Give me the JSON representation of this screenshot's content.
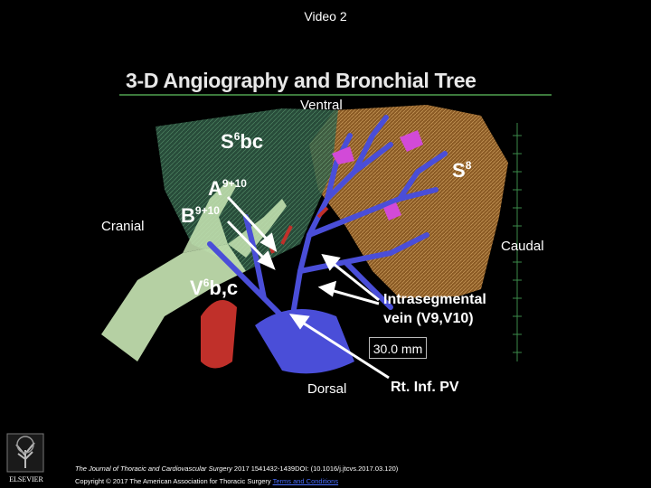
{
  "slide": {
    "title": "Video 2"
  },
  "figure": {
    "title": "3-D Angiography and Bronchial Tree",
    "labels": {
      "ventral": "Ventral",
      "dorsal": "Dorsal",
      "cranial": "Cranial",
      "caudal": "Caudal",
      "s6bc_base": "S",
      "s6bc_sup": "6",
      "s6bc_tail": "bc",
      "s8_base": "S",
      "s8_sup": "8",
      "a910_base": "A",
      "a910_sup": "9+10",
      "b910_base": "B",
      "b910_sup": "9+10",
      "v6bc_base": "V",
      "v6bc_sup": "6",
      "v6bc_tail": "b,c",
      "intraseg_line1": "Intrasegmental",
      "intraseg_line2": "vein (V9,V10)",
      "rt_inf_pv": "Rt. Inf. PV",
      "scale": "30.0 mm"
    },
    "colors": {
      "vessel_blue": "#4a4ed8",
      "artery_red": "#c0302a",
      "bronchus_green": "#c9e7b5",
      "lung_tan": "#9a6a2e",
      "title_rule": "#3c7a3c"
    }
  },
  "footer": {
    "journal": "The Journal of Thoracic and Cardiovascular Surgery",
    "citation_rest": " 2017 1541432-1439DOI: (10.1016/j.jtcvs.2017.03.120)",
    "copyright": "Copyright © 2017 The American Association for Thoracic Surgery ",
    "terms": "Terms and Conditions",
    "publisher": "ELSEVIER"
  }
}
